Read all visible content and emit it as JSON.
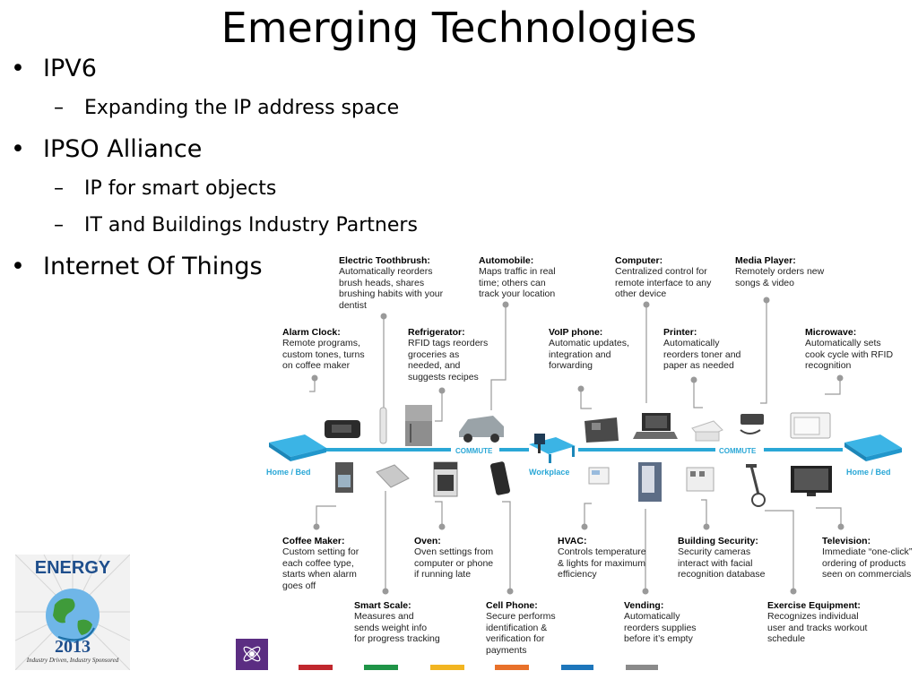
{
  "slide": {
    "title": "Emerging Technologies",
    "bullets": [
      {
        "text": "IPV6",
        "subs": [
          "Expanding the IP address space"
        ]
      },
      {
        "text": "IPSO Alliance",
        "subs": [
          "IP for smart objects",
          "IT and Buildings Industry Partners"
        ]
      },
      {
        "text": "Internet Of Things",
        "subs": []
      }
    ]
  },
  "diagram": {
    "commute_labels": [
      "COMMUTE",
      "COMMUTE"
    ],
    "places": {
      "home_left": "Home / Bed",
      "workplace": "Workplace",
      "home_right": "Home / Bed"
    },
    "devices": {
      "electric_toothbrush": {
        "title": "Electric Toothbrush:",
        "body": "Automatically reorders brush heads, shares brushing habits with your dentist"
      },
      "automobile": {
        "title": "Automobile:",
        "body": "Maps traffic in real time; others can track your location"
      },
      "computer": {
        "title": "Computer:",
        "body": "Centralized control for remote interface to any other device"
      },
      "media_player": {
        "title": "Media Player:",
        "body": "Remotely orders new songs & video"
      },
      "alarm_clock": {
        "title": "Alarm Clock:",
        "body": "Remote programs, custom tones, turns on coffee maker"
      },
      "refrigerator": {
        "title": "Refrigerator:",
        "body": "RFID tags reorders groceries as needed, and suggests recipes"
      },
      "voip_phone": {
        "title": "VoIP phone:",
        "body": "Automatic updates, integration and forwarding"
      },
      "printer": {
        "title": "Printer:",
        "body": "Automatically reorders toner and paper as needed"
      },
      "microwave": {
        "title": "Microwave:",
        "body": "Automatically sets cook cycle with RFID recognition"
      },
      "coffee_maker": {
        "title": "Coffee Maker:",
        "body": "Custom setting for each coffee type, starts when alarm goes off"
      },
      "oven": {
        "title": "Oven:",
        "body": "Oven settings from computer or phone if running late"
      },
      "hvac": {
        "title": "HVAC:",
        "body": "Controls temperature & lights for maximum efficiency"
      },
      "building_security": {
        "title": "Building Security:",
        "body": "Security cameras interact with facial recognition database"
      },
      "television": {
        "title": "Television:",
        "body": "Immediate “one-click” ordering of products seen on commercials"
      },
      "smart_scale": {
        "title": "Smart Scale:",
        "body": "Measures and sends weight info for progress tracking"
      },
      "cell_phone": {
        "title": "Cell Phone:",
        "body": "Secure performs identification & verification for payments"
      },
      "vending": {
        "title": "Vending:",
        "body": "Automatically reorders supplies before it’s empty"
      },
      "exercise_equipment": {
        "title": "Exercise Equipment:",
        "body": "Recognizes individual user and tracks workout schedule"
      }
    }
  },
  "logo": {
    "word": "ENERGY",
    "year": "2013",
    "tagline": "Industry Driven, Industry Sponsored"
  },
  "colors": {
    "accent_blue": "#2aa7d6",
    "strip": [
      "#5b2d82",
      "#c0272d",
      "#1f9447",
      "#f2b521",
      "#e8712a",
      "#1d76bb",
      "#8a8a8a"
    ]
  }
}
